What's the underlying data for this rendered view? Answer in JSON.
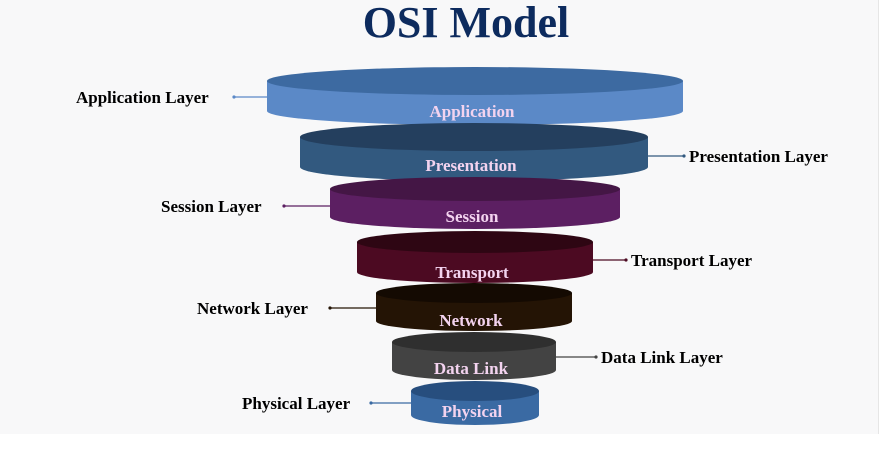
{
  "diagram": {
    "title": "OSI Model",
    "colors": {
      "title": "#0d2b5e",
      "disk_label": "#f3d3ef",
      "panel": "#f8f8f9"
    },
    "layers": [
      {
        "name": "Application",
        "side_label": "Application Layer",
        "side": "left",
        "top": "#3d6aa1",
        "body": "#5b89c7"
      },
      {
        "name": "Presentation",
        "side_label": "Presentation Layer",
        "side": "right",
        "top": "#243f5e",
        "body": "#32597f"
      },
      {
        "name": "Session",
        "side_label": "Session Layer",
        "side": "left",
        "top": "#441645",
        "body": "#5c1f62"
      },
      {
        "name": "Transport",
        "side_label": "Transport Layer",
        "side": "right",
        "top": "#2e0613",
        "body": "#4c0a22"
      },
      {
        "name": "Network",
        "side_label": "Network Layer",
        "side": "left",
        "top": "#140a02",
        "body": "#241405"
      },
      {
        "name": "Data Link",
        "side_label": "Data Link Layer",
        "side": "right",
        "top": "#2f2f2f",
        "body": "#434343"
      },
      {
        "name": "Physical",
        "side_label": "Physical Layer",
        "side": "left",
        "top": "#274e7e",
        "body": "#3a6aa3"
      }
    ]
  }
}
